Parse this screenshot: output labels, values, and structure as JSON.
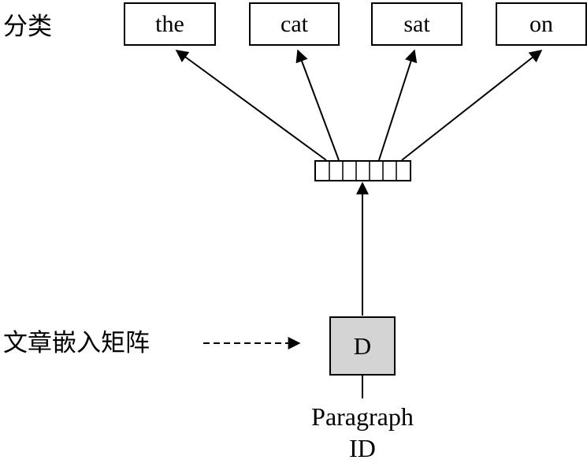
{
  "labels": {
    "classifier": "分类",
    "paragraph_matrix": "文章嵌入矩阵"
  },
  "words": [
    "the",
    "cat",
    "sat",
    "on"
  ],
  "paragraph_vector": {
    "symbol": "D",
    "fill": "#d4d4d4"
  },
  "paragraph_id": {
    "line1": "Paragraph",
    "line2": "ID"
  },
  "vector_cells": 7
}
